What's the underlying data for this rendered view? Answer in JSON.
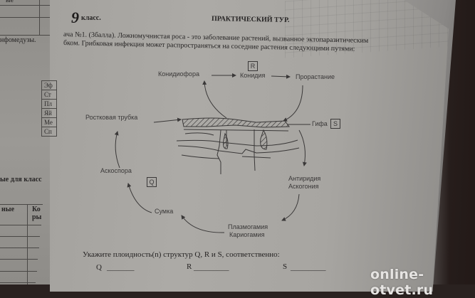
{
  "document": {
    "grade_label": "9",
    "grade_suffix": "класс.",
    "title": "ПРАКТИЧЕСКИЙ ТУР.",
    "task_line1": "ача №1. (3балла). Ложномучнистая роса - это заболевание растений, вызванное эктопаразитическим",
    "task_line2": "бком. Грибковая инфекция может распространяться на соседние растения следующими путями:"
  },
  "left_sheet": {
    "top_text": "ые",
    "row_text": "нфомедузы.",
    "small_table": [
      "Эф",
      "Ст",
      "Пл",
      "Яй",
      "Ме",
      "Сп"
    ],
    "section_title": "ые для класс",
    "table_header_col1": "ные",
    "table_header_col2_line1": "Ко",
    "table_header_col2_line2": "ры"
  },
  "diagram": {
    "nodes": {
      "konidiofora": "Конидиофора",
      "konidiya": "Конидия",
      "prorastanie": "Прорастание",
      "rostkovaya_trubka": "Ростковая трубка",
      "gifa": "Гифа",
      "anteridia": "Антиридия",
      "askogonia": "Аскогония",
      "plazmogamia": "Плазмогамия",
      "kariogamia": "Кариогамия",
      "sumka": "Сумка",
      "askospora": "Аскоспора"
    },
    "boxes": {
      "r": "R",
      "s": "S",
      "q": "Q"
    }
  },
  "question": {
    "text": "Укажите плоидность(n) структур Q,  R и S, соответственно:",
    "q_label": "Q",
    "r_label": "R",
    "s_label": "S",
    "q_blank": "_______",
    "r_blank": "_________",
    "s_blank": "_________"
  },
  "watermark": "online-otvet.ru"
}
